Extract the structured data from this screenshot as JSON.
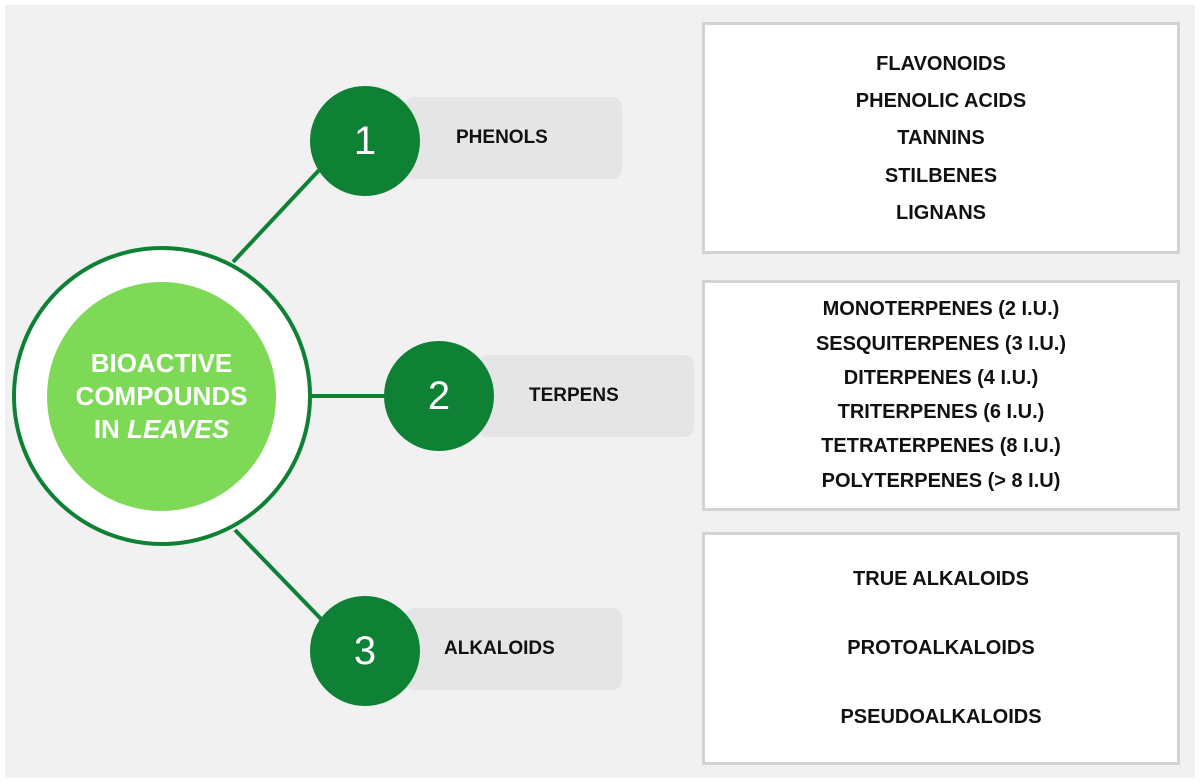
{
  "central": {
    "line1": "BIOACTIVE",
    "line2": "COMPOUNDS",
    "line3_prefix": "IN ",
    "line3_italic": "LEAVES"
  },
  "categories": [
    {
      "number": "1",
      "label": "PHENOLS",
      "items": [
        "FLAVONOIDS",
        "PHENOLIC ACIDS",
        "TANNINS",
        "STILBENES",
        "LIGNANS"
      ]
    },
    {
      "number": "2",
      "label": "TERPENS",
      "items": [
        "MONOTERPENES (2 I.U.)",
        "SESQUITERPENES (3 I.U.)",
        "DITERPENES (4 I.U.)",
        "TRITERPENES (6 I.U.)",
        "TETRATERPENES (8 I.U.)",
        "POLYTERPENES (> 8 I.U)"
      ]
    },
    {
      "number": "3",
      "label": "ALKALOIDS",
      "items": [
        "TRUE ALKALOIDS",
        "PROTOALKALOIDS",
        "PSEUDOALKALOIDS"
      ]
    }
  ],
  "colors": {
    "dark_green": "#0e8134",
    "light_green": "#7ed957",
    "tag_grey": "#e5e5e5",
    "box_border": "#d3d3d3"
  }
}
